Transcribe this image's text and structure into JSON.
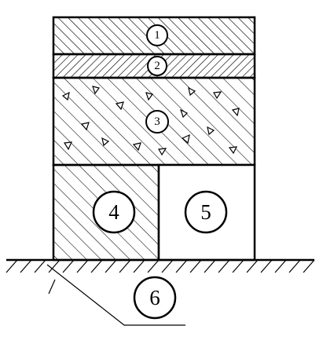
{
  "diagram": {
    "labels": {
      "layer1": "1",
      "layer2": "2",
      "layer3": "3",
      "block4": "4",
      "block5": "5",
      "ground6": "6"
    }
  }
}
